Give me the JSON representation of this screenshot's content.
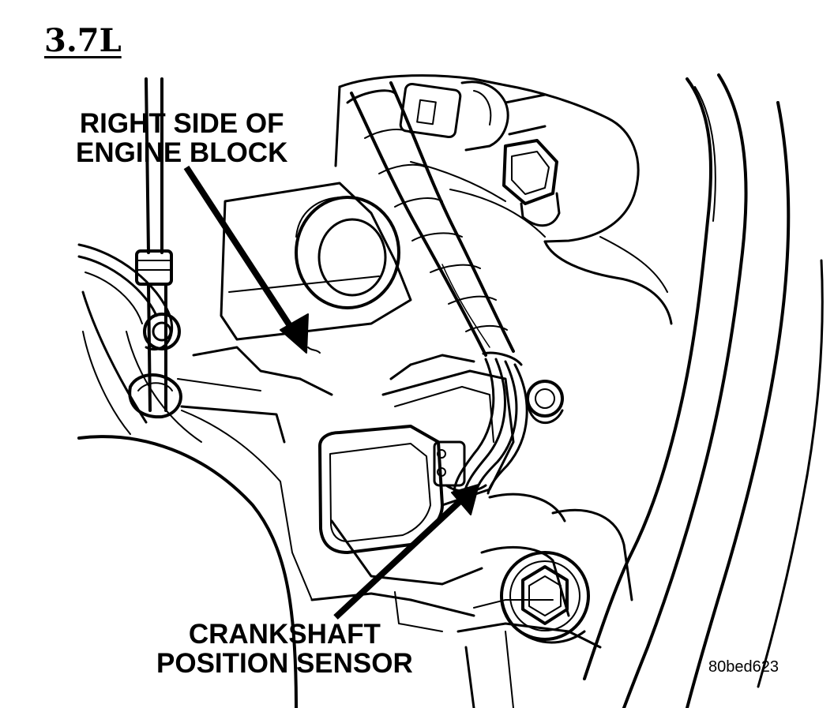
{
  "title": "3.7L",
  "callouts": {
    "engine_block": {
      "line1": "RIGHT SIDE OF",
      "line2": "ENGINE BLOCK"
    },
    "sensor": {
      "line1": "CRANKSHAFT",
      "line2": "POSITION SENSOR"
    }
  },
  "figure_code": "80bed623",
  "colors": {
    "ink": "#000000",
    "paper": "#ffffff"
  }
}
